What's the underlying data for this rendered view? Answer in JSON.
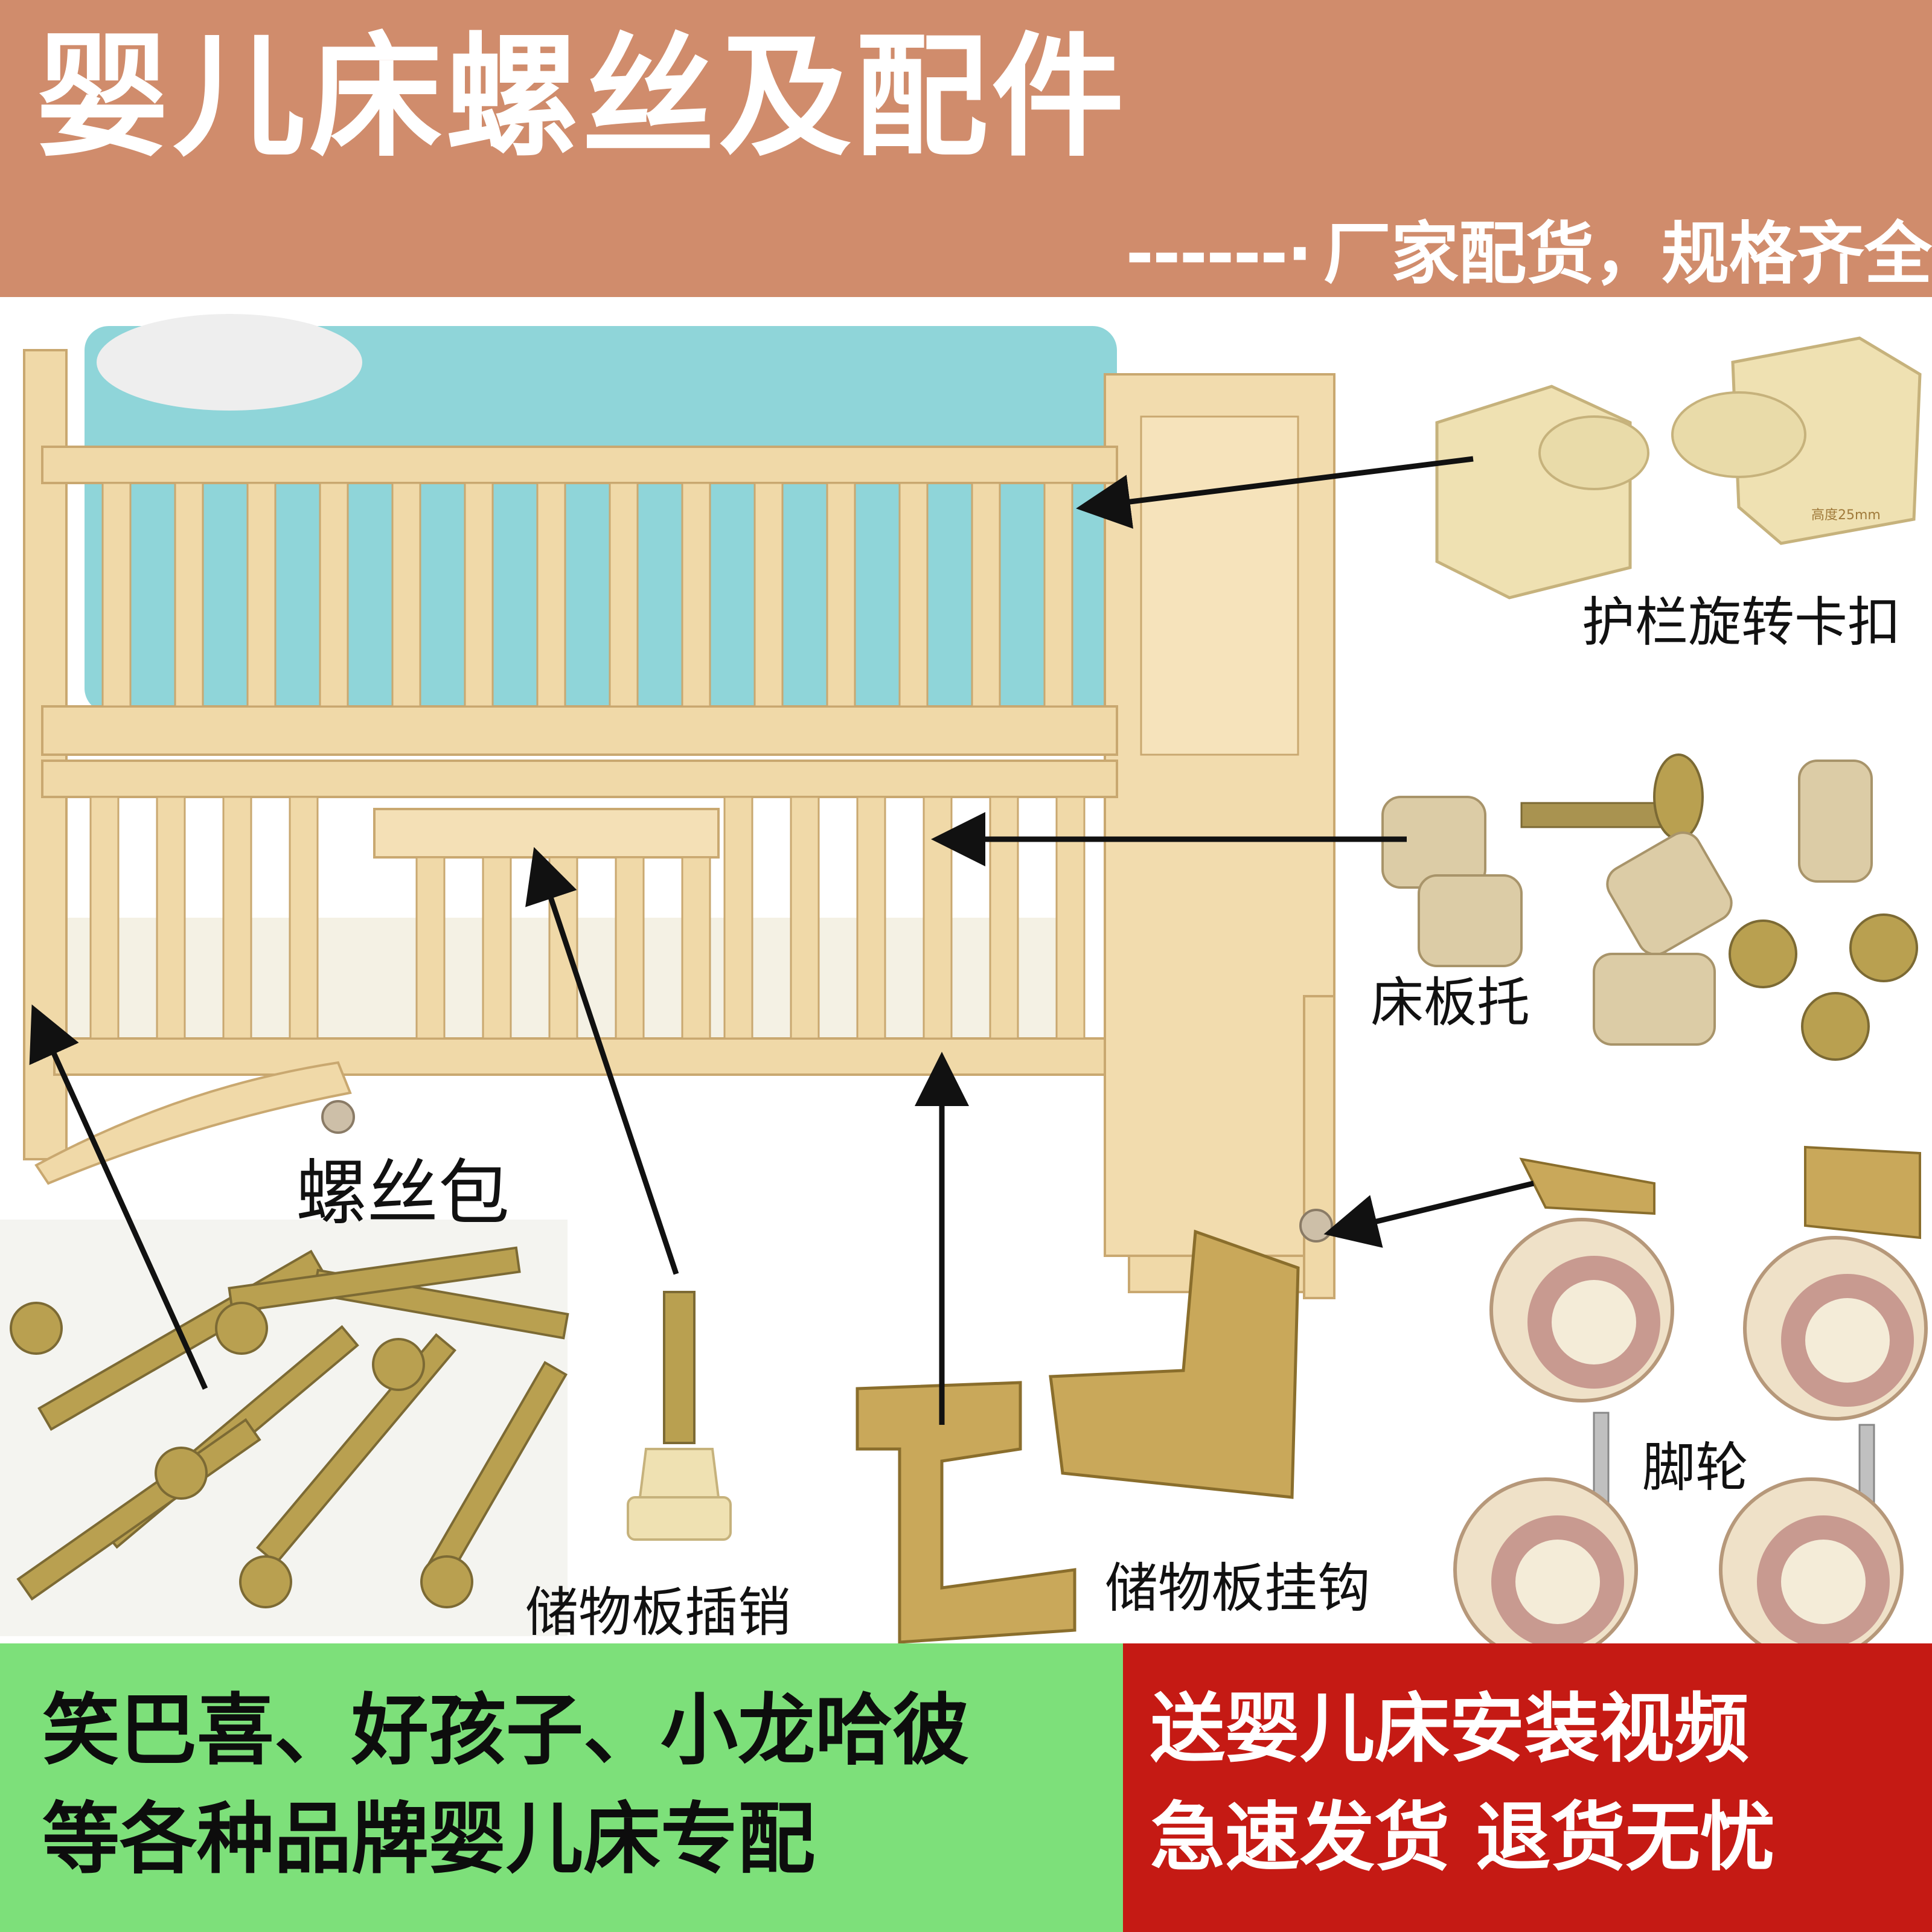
{
  "header": {
    "title": "婴儿床螺丝及配件",
    "subtitle_dashes": "------·",
    "subtitle": "厂家配货，规格齐全"
  },
  "labels": {
    "rail_clip": "护栏旋转卡扣",
    "bed_board_support": "床板托",
    "screw_pack": "螺丝包",
    "casters": "脚轮",
    "storage_pin": "储物板插销",
    "storage_hook": "储物板挂钩"
  },
  "dimension_marks": {
    "height": "高度25mm"
  },
  "banner_left": {
    "line1": "笑巴喜、好孩子、小龙哈彼",
    "line2": "等各种品牌婴儿床专配"
  },
  "banner_right": {
    "line1": "送婴儿床安装视频",
    "line2": "急速发货 退货无忧"
  },
  "colors": {
    "header_bg": "#d08c6c",
    "left_banner_bg": "#7de07a",
    "right_banner_bg": "#c51a14",
    "wood": "#f0d9a8",
    "plastic": "#ede0b3",
    "brass": "#b9a050"
  }
}
